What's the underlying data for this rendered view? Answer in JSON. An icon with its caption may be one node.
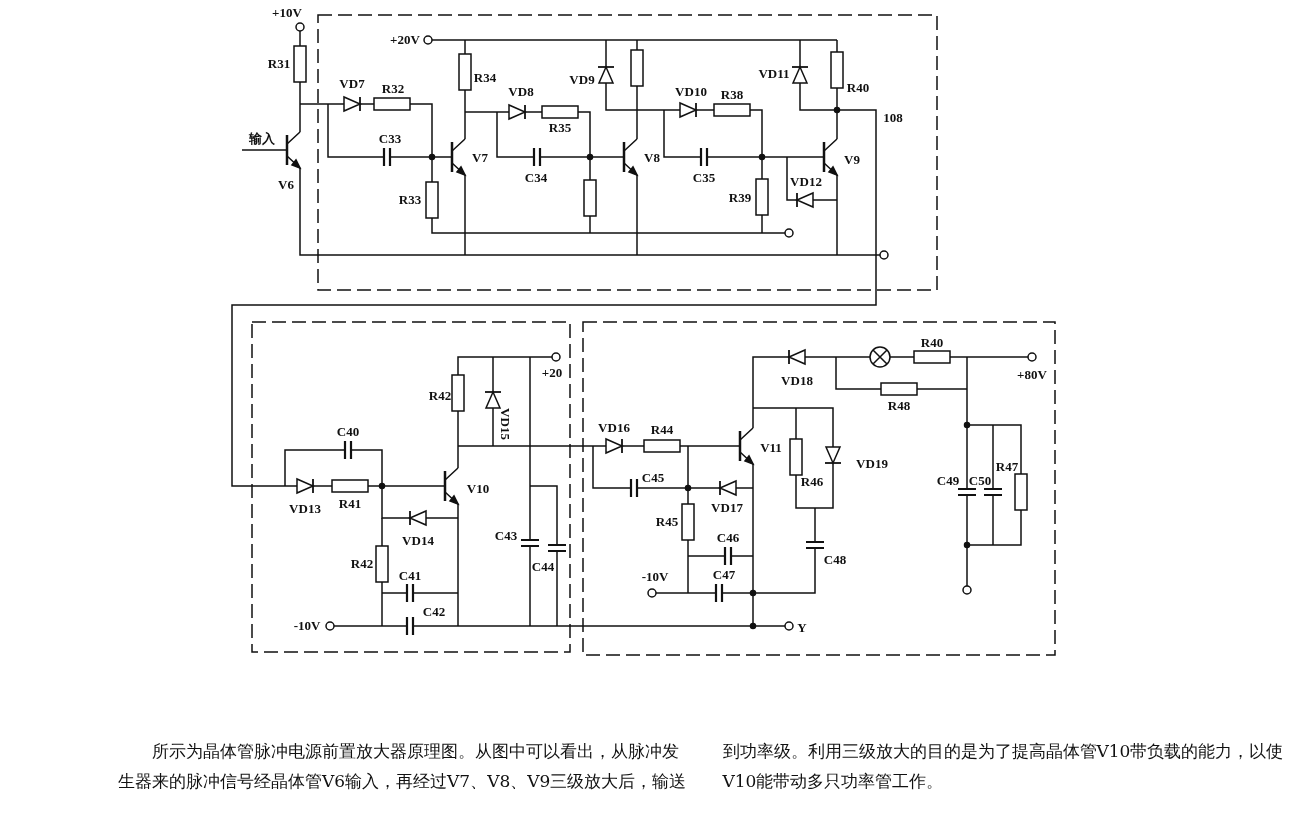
{
  "diagram": {
    "labels": [
      "+10V",
      "+20V",
      "R31",
      "VD7",
      "R32",
      "R34",
      "VD8",
      "VD9",
      "VD10",
      "R38",
      "VD11",
      "R40",
      "108",
      "R35",
      "C33",
      "输入",
      "V7",
      "V8",
      "V9",
      "V6",
      "C34",
      "C35",
      "VD12",
      "R33",
      "R39",
      "+20",
      "R42",
      "VD15",
      "C40",
      "V10",
      "VD13",
      "R41",
      "VD14",
      "C43",
      "R42",
      "C44",
      "C41",
      "C42",
      "-10V",
      "R40",
      "+80V",
      "VD18",
      "R48",
      "VD16",
      "R44",
      "V11",
      "VD19",
      "C45",
      "R46",
      "VD17",
      "C49",
      "C50",
      "R47",
      "R45",
      "C46",
      "C48",
      "-10V",
      "C47",
      "Y"
    ],
    "caption": "所示为晶体管脉冲电源前置放大器原理图。从图中可以看出，从脉冲发生器来的脉冲信号经晶体管V6输入，再经过V7、V8、V9三级放大后，输送到功率级。利用三级放大的目的是为了提高晶体管V10带负载的能力，以使V10能带动多只功率管工作。"
  }
}
